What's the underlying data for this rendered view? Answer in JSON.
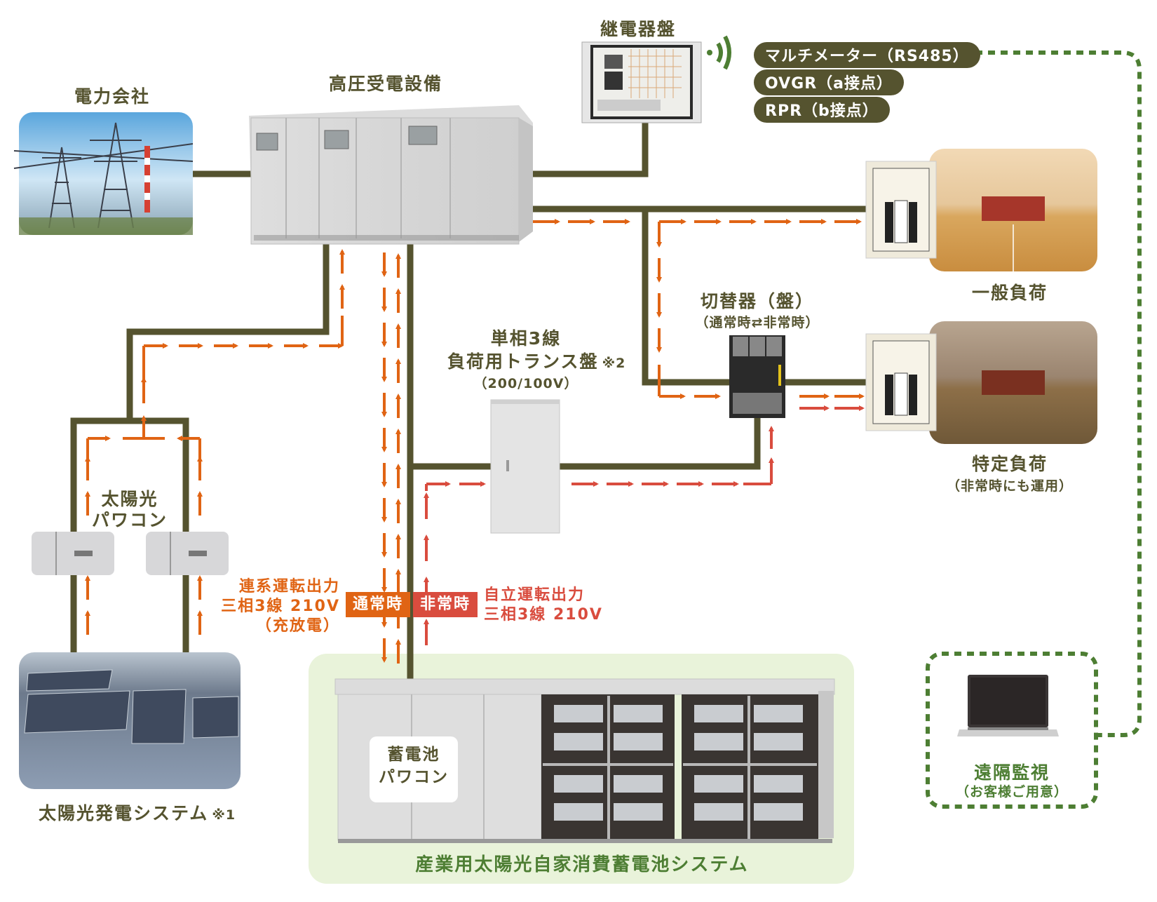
{
  "colors": {
    "trunk_line": "#55532f",
    "normal_flow": "#e06414",
    "emergency_flow": "#d94c3e",
    "comm_dotted": "#4d7e33",
    "bess_bg": "#e9f3da",
    "label_text": "#55532f"
  },
  "nodes": {
    "utility": {
      "label": "電力会社",
      "icon": "power-transmission-photo"
    },
    "hv_receiving": {
      "label": "高圧受電設備",
      "icon": "cubicle-photo"
    },
    "relay_panel": {
      "label": "継電器盤",
      "icon": "relay-panel-photo"
    },
    "general_load": {
      "label": "一般負荷",
      "icon": "gymnasium-photo"
    },
    "switch": {
      "title": "切替器（盤）",
      "subtitle": "（通常時⇄非常時）",
      "icon": "transfer-switch-photo"
    },
    "specific_load": {
      "label": "特定負荷",
      "subtitle": "（非常時にも運用）",
      "icon": "gymnasium-dim-photo"
    },
    "transformer": {
      "line1": "単相3線",
      "line2": "負荷用トランス盤",
      "note": "※2",
      "line3": "（200/100V）",
      "icon": "transformer-cabinet"
    },
    "solar_pcs": {
      "line1": "太陽光",
      "line2": "パワコン",
      "icon": "inverter-icon"
    },
    "solar_system": {
      "label": "太陽光発電システム",
      "note": "※1",
      "icon": "solar-panels-photo"
    },
    "battery_pcs": {
      "line1": "蓄電池",
      "line2": "パワコン"
    },
    "bess_system": {
      "label": "産業用太陽光自家消費蓄電池システム"
    },
    "remote_monitor": {
      "label": "遠隔監視",
      "subtitle": "（お客様ご用意）",
      "icon": "laptop-icon"
    }
  },
  "signals": [
    {
      "label": "マルチメーター（RS485）"
    },
    {
      "label": "OVGR（a接点）"
    },
    {
      "label": "RPR（b接点）"
    }
  ],
  "annotations": {
    "grid_tie": {
      "line1": "連系運転出力",
      "line2": "三相3線  210V",
      "line3": "（充放電）"
    },
    "standalone": {
      "line1": "自立運転出力",
      "line2": "三相3線  210V"
    },
    "normal_badge": "通常時",
    "emergency_badge": "非常時"
  }
}
